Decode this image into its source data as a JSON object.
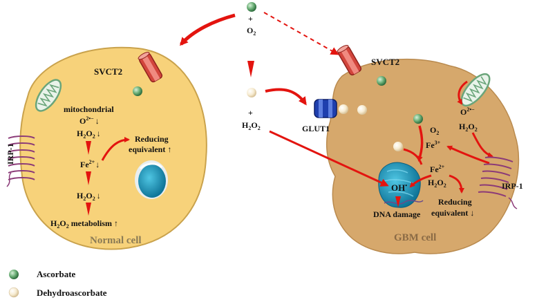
{
  "normal_cell": {
    "title": "Normal cell",
    "transporter": "SVCT2",
    "mitochondrial": "mitochondrial",
    "superoxide": "O",
    "superoxide_sup": "2•−",
    "down_arrow": "↓",
    "up_arrow": "↑",
    "h2o2_h": "H",
    "h2o2_o": "O",
    "sub2": "2",
    "fe_label": "Fe",
    "fe_sup": "2+",
    "metabolism": "metabolism",
    "reducing_line1": "Reducing",
    "reducing_line2": "equivalent",
    "irp": "IRP-1"
  },
  "center": {
    "plus": "+",
    "o2_o": "O",
    "glut1": "GLUT1",
    "sub2": "2"
  },
  "gbm_cell": {
    "title": "GBM cell",
    "transporter": "SVCT2",
    "superoxide_sup": "2•−",
    "fe3_sup": "3+",
    "fe2_sup": "2+",
    "oh_label": "OH",
    "oh_sup": "•",
    "dna_damage": "DNA damage",
    "reducing_line1": "Reducing",
    "reducing_line2": "equivalent",
    "irp": "IRP-1"
  },
  "legend": {
    "ascorbate": "Ascorbate",
    "dehydroascorbate": "Dehydroascorbate"
  },
  "colors": {
    "cell_fill": "#f7d27a",
    "gbm_fill": "#d6a86c",
    "arrow_red": "#e3140f",
    "ascorbate_green": "#5fa36a",
    "dha_cream": "#f6ecd4",
    "nucleus_blue": "#1a9cc4",
    "glut_blue": "#1f3fae",
    "svct_red": "#d2453c"
  }
}
